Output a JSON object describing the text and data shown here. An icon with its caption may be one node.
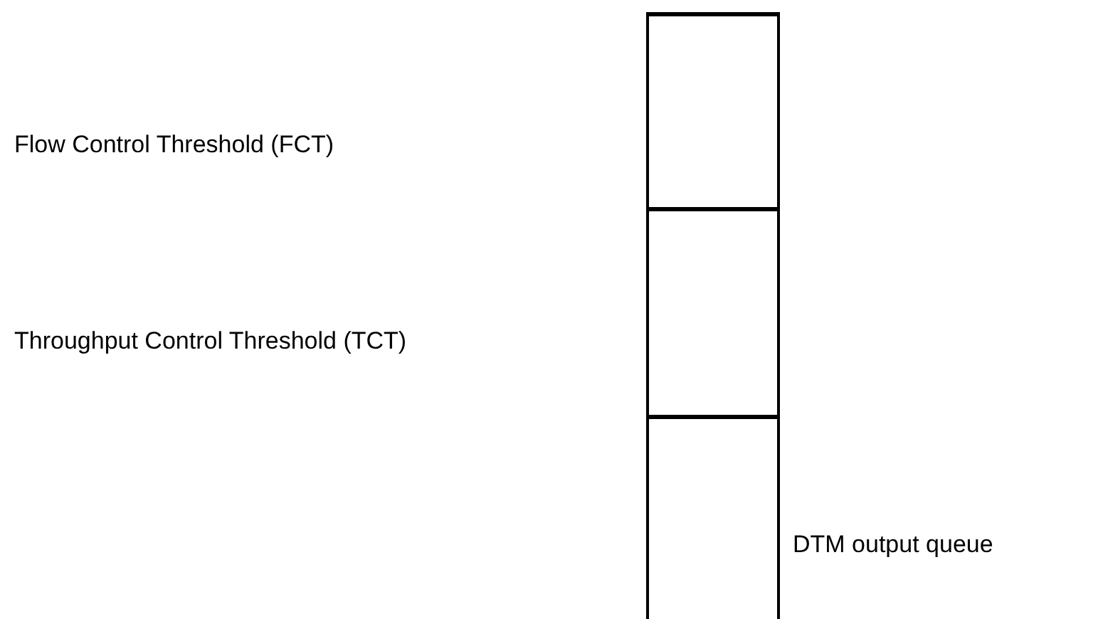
{
  "diagram": {
    "labels": [
      "Flow Control Threshold (FCT)",
      "Throughput Control Threshold (TCT)",
      "DTM output queue"
    ]
  }
}
